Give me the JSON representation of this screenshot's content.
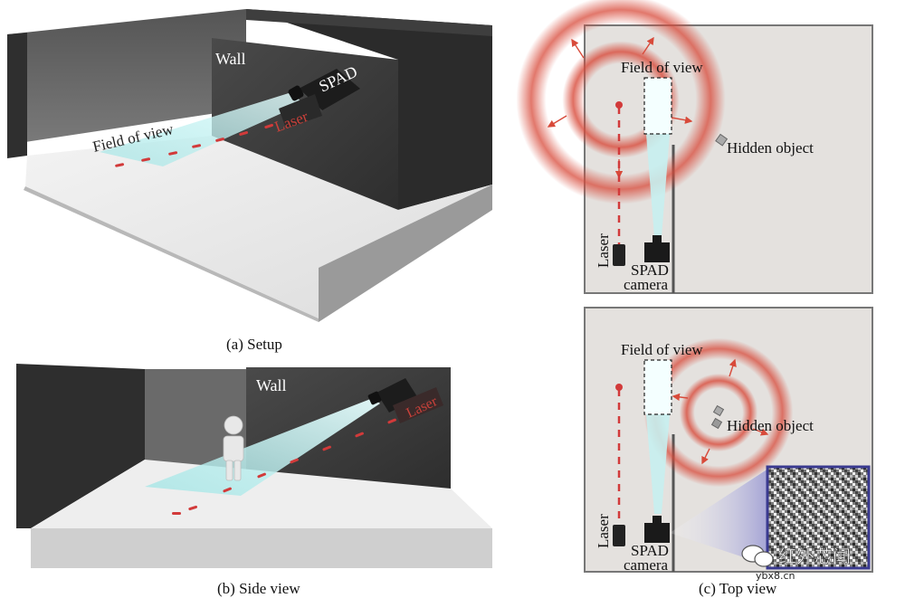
{
  "captions": {
    "a": "(a) Setup",
    "b": "(b) Side view",
    "c": "(c) Top view"
  },
  "labels": {
    "wall": "Wall",
    "spad": "SPAD",
    "laser": "Laser",
    "field_of_view": "Field of view",
    "hidden_object": "Hidden object",
    "spad_camera_line1": "SPAD",
    "spad_camera_line2": "camera"
  },
  "watermark": {
    "text": "红外芯闻",
    "site": "ybx8.cn"
  },
  "colors": {
    "wall_dark": "#3a3a3a",
    "floor": "#e6e6e6",
    "laser_red": "#d23a3a",
    "fov_cyan": "#bfeeee",
    "ring_red": "#d84a3a",
    "room_bg": "#e4e1de",
    "inset_border": "#3a3a90"
  }
}
